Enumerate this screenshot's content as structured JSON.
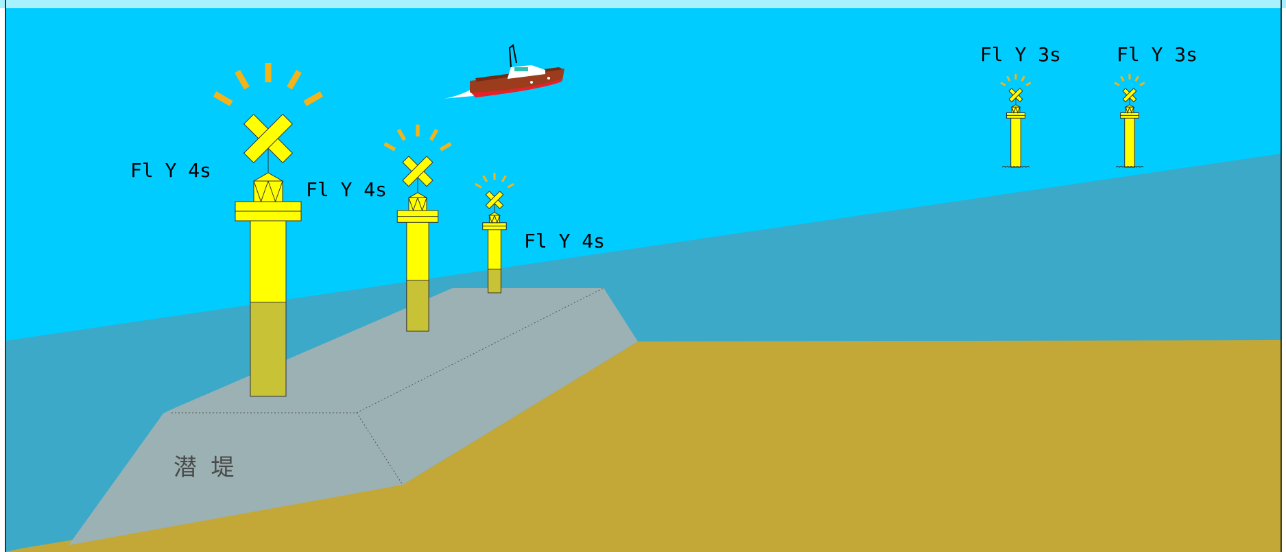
{
  "colors": {
    "sky": "#00CCFF",
    "sky_strip": "#A8F2FF",
    "frame": "#000000",
    "deep_water": "#3CA9C8",
    "seabed": "#C3A838",
    "breakwater": "#9CB1B4",
    "beacon_body": "#FFFF00",
    "beacon_body_submerged": "#C8C336",
    "light_rays": "#F2B31B",
    "label_text": "#000000",
    "structure_label_text": "#4A4A4A",
    "boat_hull": "#9B3C1C",
    "boat_stripe": "#E8202A",
    "boat_cabin": "#FFFFFF",
    "boat_accent": "#33BFB0"
  },
  "beacons": [
    {
      "id": "large",
      "light": "Fl Y 4s",
      "topmark": "x-cross",
      "color": "yellow"
    },
    {
      "id": "medium",
      "light": "Fl Y 4s",
      "topmark": "x-cross",
      "color": "yellow"
    },
    {
      "id": "small",
      "light": "Fl Y 4s",
      "topmark": "x-cross",
      "color": "yellow"
    },
    {
      "id": "distant-1",
      "light": "Fl Y 3s",
      "topmark": "x-cross",
      "color": "yellow"
    },
    {
      "id": "distant-2",
      "light": "Fl Y 3s",
      "topmark": "x-cross",
      "color": "yellow"
    }
  ],
  "structure": {
    "label": "潜 堤"
  },
  "boat": {
    "icon": "patrol-boat-icon"
  }
}
